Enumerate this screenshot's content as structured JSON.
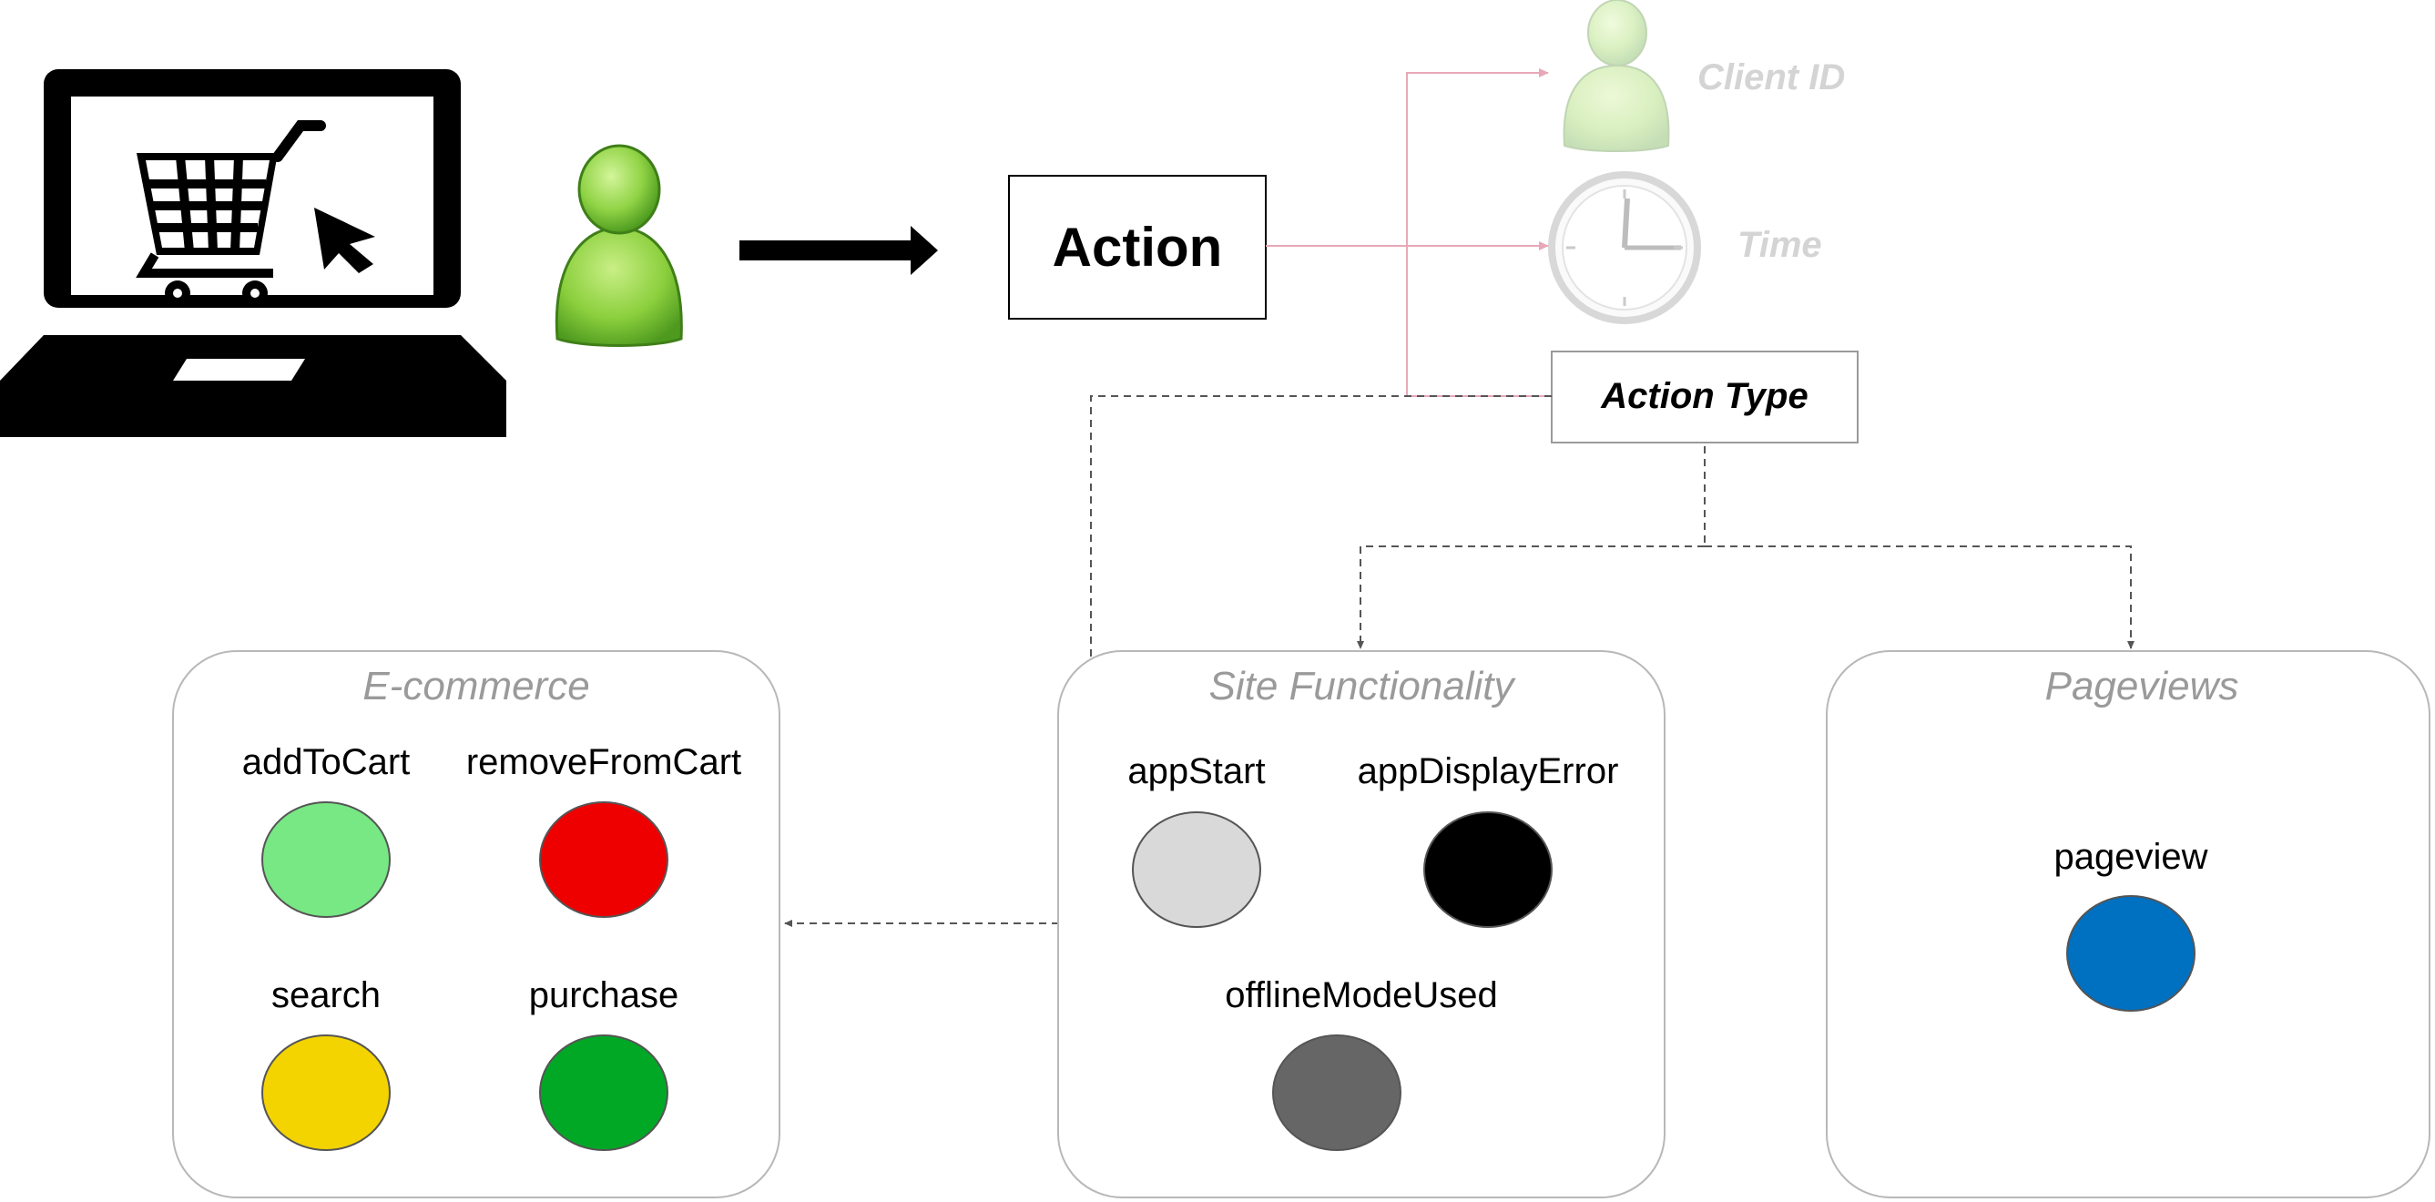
{
  "action": {
    "label": "Action"
  },
  "action_type": {
    "label": "Action Type"
  },
  "context": {
    "client_id_label": "Client ID",
    "time_label": "Time"
  },
  "groups": [
    {
      "title": "E-commerce",
      "items": [
        {
          "label": "addToCart",
          "color": "#77e883"
        },
        {
          "label": "removeFromCart",
          "color": "#ee0000"
        },
        {
          "label": "search",
          "color": "#f3d300"
        },
        {
          "label": "purchase",
          "color": "#00a826"
        }
      ]
    },
    {
      "title": "Site Functionality",
      "items": [
        {
          "label": "appStart",
          "color": "#d9d9d9"
        },
        {
          "label": "appDisplayError",
          "color": "#000000"
        },
        {
          "label": "offlineModeUsed",
          "color": "#666666"
        }
      ]
    },
    {
      "title": "Pageviews",
      "items": [
        {
          "label": "pageview",
          "color": "#0070c0"
        }
      ]
    }
  ],
  "icons": {
    "laptop": "laptop-cart-icon",
    "user": "user-icon",
    "arrow": "arrow-right-icon",
    "client": "user-icon",
    "clock": "clock-icon"
  }
}
